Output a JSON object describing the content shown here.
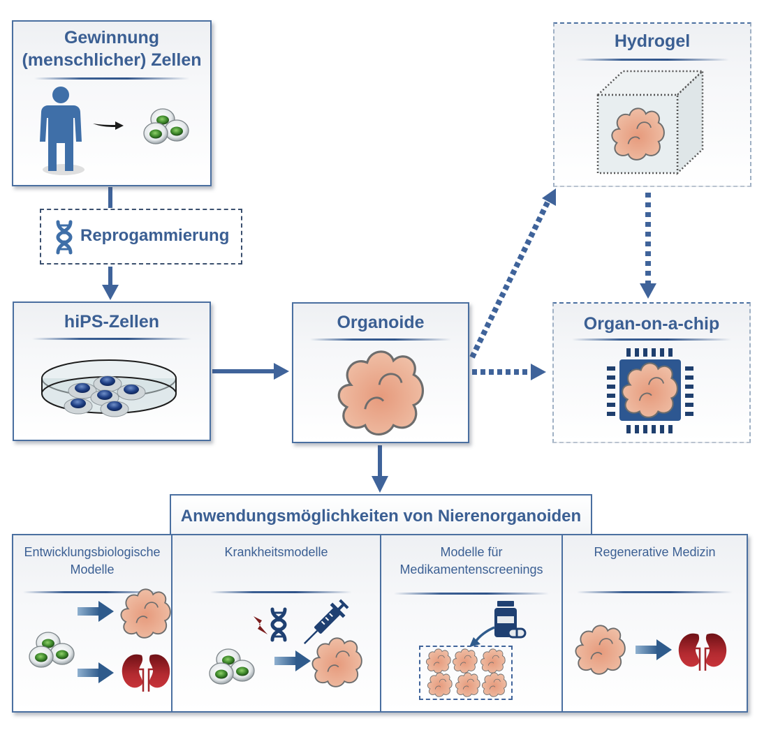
{
  "boxes": {
    "gewinnung": {
      "title_line1": "Gewinnung",
      "title_line2": "(menschlicher) Zellen"
    },
    "reprogrammierung": {
      "label": "Reprogammierung"
    },
    "hips": {
      "title": "hiPS-Zellen"
    },
    "organoide": {
      "title": "Organoide"
    },
    "hydrogel": {
      "title": "Hydrogel"
    },
    "organ_on_chip": {
      "title": "Organ-on-a-chip"
    }
  },
  "applications": {
    "header": "Anwendungsmöglichkeiten von Nierenorganoiden",
    "items": [
      {
        "line1": "Entwicklungsbiologische",
        "line2": "Modelle"
      },
      {
        "line1": "Krankheitsmodelle",
        "line2": ""
      },
      {
        "line1": "Modelle für",
        "line2": "Medikamentenscreenings"
      },
      {
        "line1": "Regenerative Medizin",
        "line2": ""
      }
    ]
  },
  "colors": {
    "accent": "#3b5f93",
    "organoid": "#eab196",
    "kidney": "#a3262b",
    "cell_nucleus": "#3f8a2c"
  }
}
